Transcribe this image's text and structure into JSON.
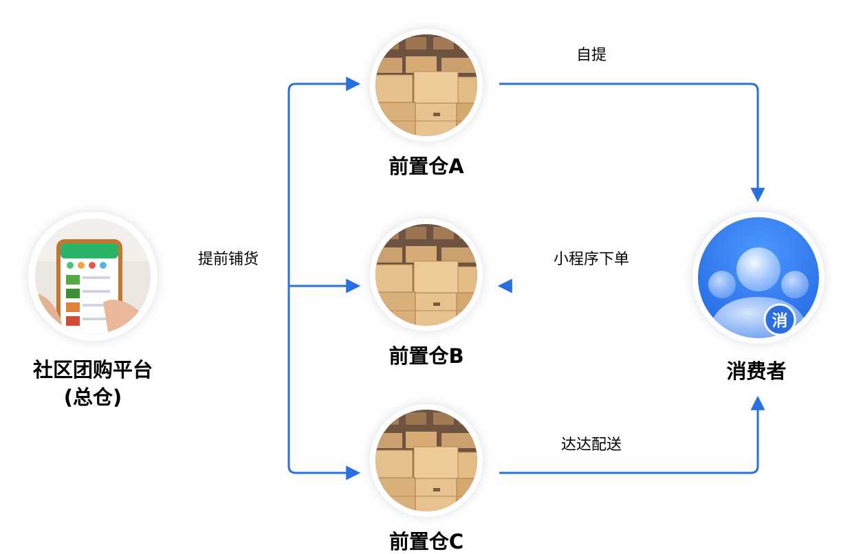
{
  "nodes": {
    "platform": {
      "label_line1": "社区团购平台",
      "label_line2": "(总仓)"
    },
    "warehouse_a": {
      "label": "前置仓A"
    },
    "warehouse_b": {
      "label": "前置仓B"
    },
    "warehouse_c": {
      "label": "前置仓C"
    },
    "consumer": {
      "label": "消费者",
      "badge": "消"
    }
  },
  "edges": {
    "stocking": "提前铺货",
    "pickup": "自提",
    "order": "小程序下单",
    "delivery": "达达配送"
  },
  "colors": {
    "arrow": "#2a6fe0",
    "consumer_bg": "#2f7cf0",
    "box_light": "#e8c38f",
    "box_dark": "#b98650"
  },
  "icons": {
    "platform": "phone-app-photo",
    "warehouse": "cardboard-boxes-photo",
    "consumer": "user-avatar-icon"
  }
}
